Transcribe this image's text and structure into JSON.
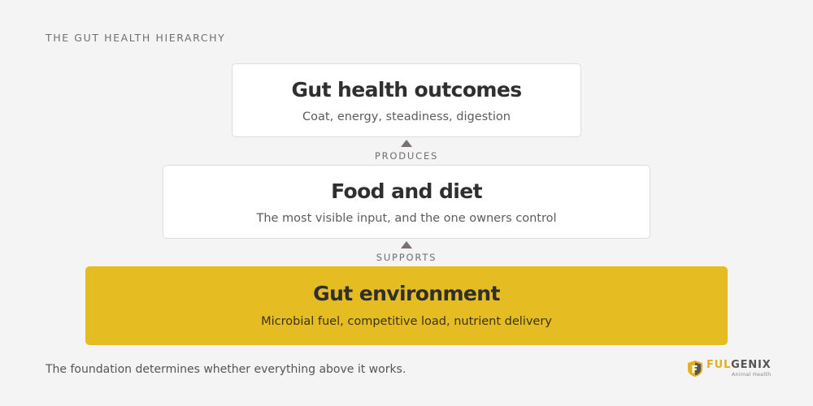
{
  "eyebrow": "THE GUT HEALTH HIERARCHY",
  "tiers": [
    {
      "title": "Gut health outcomes",
      "subtitle": "Coat, energy, steadiness, digestion"
    },
    {
      "title": "Food and diet",
      "subtitle": "The most visible input, and the one owners control"
    },
    {
      "title": "Gut environment",
      "subtitle": "Microbial fuel, competitive load, nutrient delivery"
    }
  ],
  "connectors": [
    "PRODUCES",
    "SUPPORTS"
  ],
  "footer": "The foundation determines whether everything above it works.",
  "brand": {
    "name_part1": "FUL",
    "name_part2": "GENIX",
    "tagline": "Animal Health"
  },
  "colors": {
    "accent": "#e5bd22",
    "background": "#f4f4f4",
    "card": "#ffffff",
    "arrow": "#7a6f73"
  },
  "icons": {
    "connector": "up-triangle-arrow-icon",
    "brand": "fulgenix-logo-icon"
  }
}
